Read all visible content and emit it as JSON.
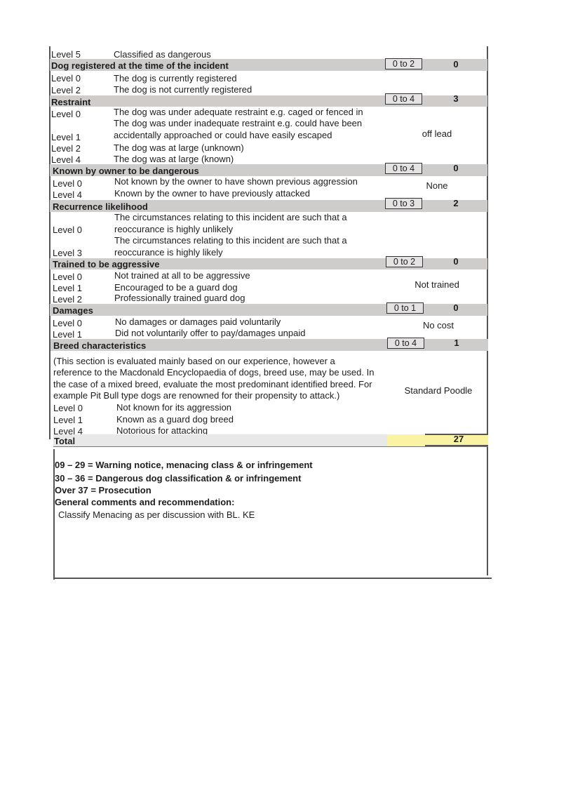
{
  "top_row": {
    "level": "Level 5",
    "text": "Classified as dangerous"
  },
  "sections": {
    "registered": {
      "title": "Dog registered at the time of the incident",
      "range": "0 to 2",
      "score": "0",
      "rows": [
        {
          "level": "Level 0",
          "text": "The dog is currently registered"
        },
        {
          "level": "Level 2",
          "text": "The dog is not currently registered"
        }
      ]
    },
    "restraint": {
      "title": "Restraint",
      "range": "0 to 4",
      "score": "3",
      "comment": "off lead",
      "rows": [
        {
          "level": "Level 0",
          "text": "The dog was under adequate restraint e.g. caged or fenced in"
        },
        {
          "level": "",
          "text": "The dog was under inadequate restraint e.g. could have been"
        },
        {
          "level": "Level 1",
          "text": "accidentally approached or could have easily escaped"
        },
        {
          "level": "Level 2",
          "text": "The dog was at large (unknown)"
        },
        {
          "level": "Level 4",
          "text": "The dog was at large (known)"
        }
      ]
    },
    "known": {
      "title": "Known by owner to be dangerous",
      "range": "0 to 4",
      "score": "0",
      "comment": "None",
      "rows": [
        {
          "level": "Level 0",
          "text": "Not known by the owner to have shown previous aggression"
        },
        {
          "level": "Level 4",
          "text": "Known by the owner to have previously attacked"
        }
      ]
    },
    "recurrence": {
      "title": "Recurrence likelihood",
      "range": "0 to 3",
      "score": "2",
      "rows": [
        {
          "level": "",
          "text": "The circumstances relating to this incident are such that a"
        },
        {
          "level": "Level 0",
          "text": "reoccurance is highly unlikely"
        },
        {
          "level": "",
          "text": "The circumstances relating to this incident are such that a"
        },
        {
          "level": "Level 3",
          "text": "reoccurance is highly likely"
        }
      ]
    },
    "trained": {
      "title": "Trained to be aggressive",
      "range": "0 to 2",
      "score": "0",
      "comment": "Not trained",
      "rows": [
        {
          "level": "Level 0",
          "text": "Not trained at all to be aggressive"
        },
        {
          "level": "Level 1",
          "text": "Encouraged to be a guard dog"
        },
        {
          "level": "Level 2",
          "text": "Professionally trained guard dog"
        }
      ]
    },
    "damages": {
      "title": "Damages",
      "range": "0 to 1",
      "score": "0",
      "comment": "No cost",
      "rows": [
        {
          "level": "Level 0",
          "text": "No damages or damages paid voluntarily"
        },
        {
          "level": "Level 1",
          "text": "Did not voluntarily offer to pay/damages unpaid"
        }
      ]
    },
    "breed": {
      "title": "Breed characteristics",
      "range": "0 to 4",
      "score": "1",
      "comment": "Standard Poodle",
      "intro": [
        "(This section is evaluated mainly based on our experience, however a",
        "reference to the Macdonald Encyclopaedia of dogs, breed use, may be used. In",
        "the case of a mixed breed, evaluate the most predominant identified breed.  For",
        "example Pit Bull type dogs are renowned for their propensity to attack.)"
      ],
      "rows": [
        {
          "level": "Level 0",
          "text": "Not known for its aggression"
        },
        {
          "level": "Level 1",
          "text": "Known as a guard dog breed"
        },
        {
          "level": "Level 4",
          "text": "Notorious for attacking"
        }
      ]
    }
  },
  "total": {
    "label": "Total",
    "value": "27",
    "highlight_color": "#fbf3a4"
  },
  "thresholds": [
    "09 – 29 = Warning notice, menacing class & or infringement",
    "30 – 36 = Dangerous dog classification & or infringement",
    "Over 37 = Prosecution"
  ],
  "comments_heading": "General comments and recommendation:",
  "comments_text": "Classify Menacing as per discussion with BL. KE",
  "colors": {
    "header_band": "#cfcccc",
    "border": "#555555"
  }
}
